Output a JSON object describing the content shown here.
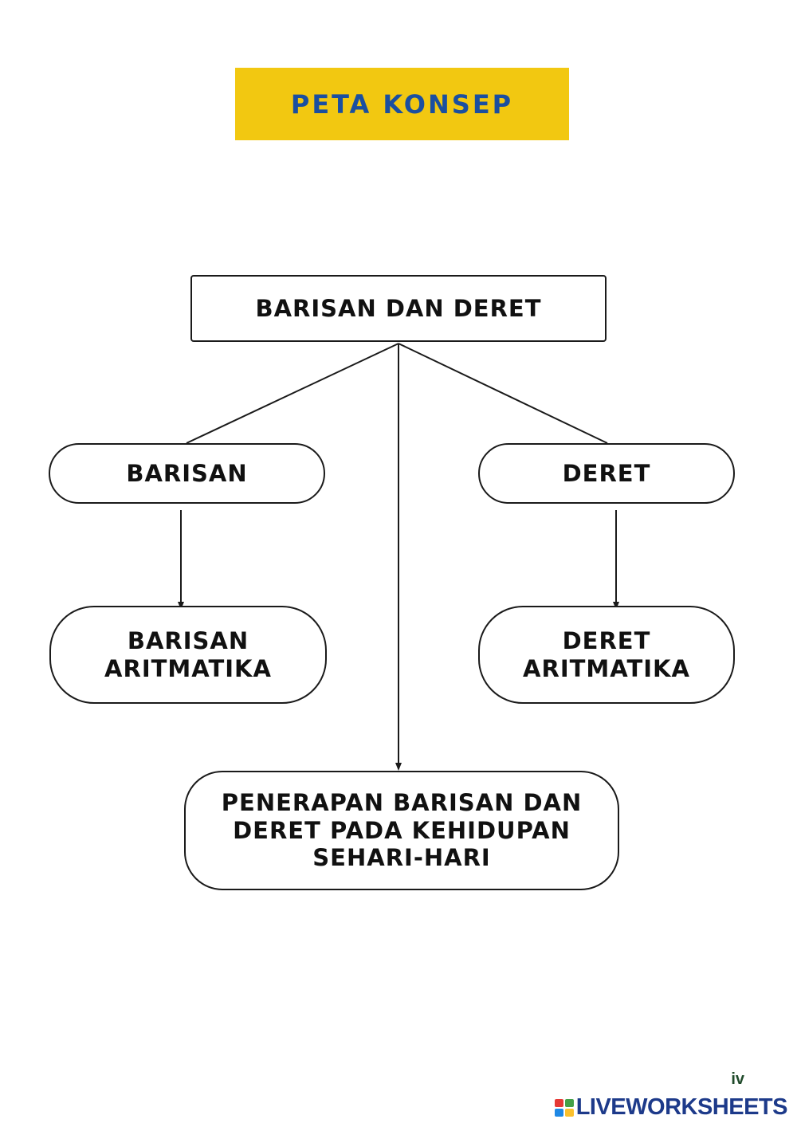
{
  "title": "PETA KONSEP",
  "colors": {
    "banner": "#f2c811",
    "title_text": "#1a4fa0",
    "stroke": "#1a1a1a"
  },
  "diagram": {
    "root": "BARISAN DAN DERET",
    "barisan": "BARISAN",
    "deret": "DERET",
    "barisan_aritmatika": [
      "BARISAN",
      "ARITMATIKA"
    ],
    "deret_aritmatika": [
      "DERET",
      "ARITMATIKA"
    ],
    "penerapan": [
      "PENERAPAN BARISAN DAN",
      "DERET PADA KEHIDUPAN",
      "SEHARI-HARI"
    ]
  },
  "watermark": {
    "small": "iv",
    "brand": "LIVEWORKSHEETS",
    "icon": "liveworksheets-logo-icon"
  }
}
